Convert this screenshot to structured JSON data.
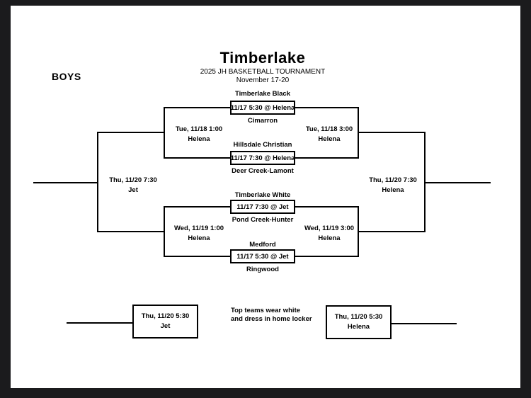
{
  "colors": {
    "frame": "#1b1b1d",
    "paper": "#ffffff",
    "ink": "#000000"
  },
  "header": {
    "title": "Timberlake",
    "subtitle": "2025 JH BASKETBALL TOURNAMENT",
    "dates": "November 17-20",
    "division": "BOYS"
  },
  "games": [
    {
      "top": "Timberlake Black",
      "info": "11/17 5:30 @ Helena",
      "bottom": "Cimarron"
    },
    {
      "top": "Hillsdale Christian",
      "info": "11/17 7:30 @ Helena",
      "bottom": "Deer Creek-Lamont"
    },
    {
      "top": "Timberlake White",
      "info": "11/17 7:30 @ Jet",
      "bottom": "Pond Creek-Hunter"
    },
    {
      "top": "Medford",
      "info": "11/17 5:30 @ Jet",
      "bottom": "Ringwood"
    }
  ],
  "labels": {
    "semi_top_left": {
      "line1": "Tue, 11/18 1:00",
      "line2": "Helena"
    },
    "semi_top_right": {
      "line1": "Tue, 11/18 3:00",
      "line2": "Helena"
    },
    "final_left": {
      "line1": "Thu, 11/20 7:30",
      "line2": "Jet"
    },
    "final_right": {
      "line1": "Thu, 11/20 7:30",
      "line2": "Helena"
    },
    "semi_bottom_left": {
      "line1": "Wed, 11/19 1:00",
      "line2": "Helena"
    },
    "semi_bottom_right": {
      "line1": "Wed, 11/19 3:00",
      "line2": "Helena"
    },
    "consolation_left": {
      "line1": "Thu, 11/20 5:30",
      "line2": "Jet"
    },
    "consolation_right": {
      "line1": "Thu, 11/20 5:30",
      "line2": "Helena"
    }
  },
  "note": {
    "line1": "Top teams wear white",
    "line2": "and dress in home locker"
  }
}
